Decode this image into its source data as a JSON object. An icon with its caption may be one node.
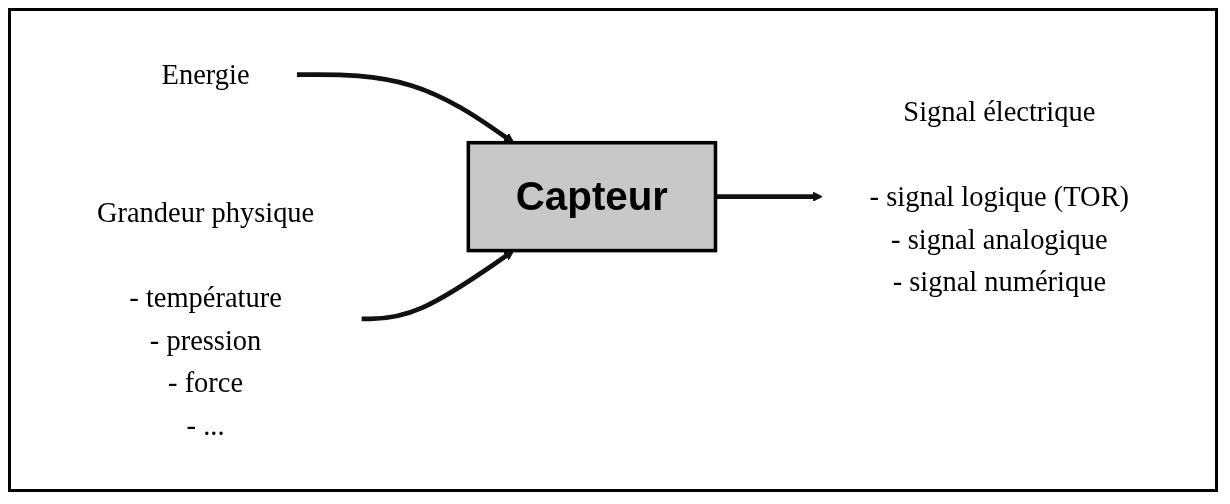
{
  "diagram": {
    "nodes": [
      {
        "text": [
          "Energie"
        ]
      },
      {
        "text": [
          "Grandeur physique"
        ],
        "beside": [
          "- température",
          "- pression",
          "- force",
          "- ..."
        ]
      },
      {
        "text": [
          "Capteur"
        ]
      },
      {
        "text": [
          "Signal électrique"
        ],
        "beside": [
          "- signal logique (TOR)",
          "- signal analogique",
          "- signal numérique"
        ]
      }
    ],
    "edges": [
      {
        "from": 0,
        "to": 2,
        "arrow": "to"
      },
      {
        "from": 1,
        "to": 2,
        "arrow": "to"
      },
      {
        "from": 2,
        "to": 3,
        "arrow": "to"
      }
    ]
  }
}
